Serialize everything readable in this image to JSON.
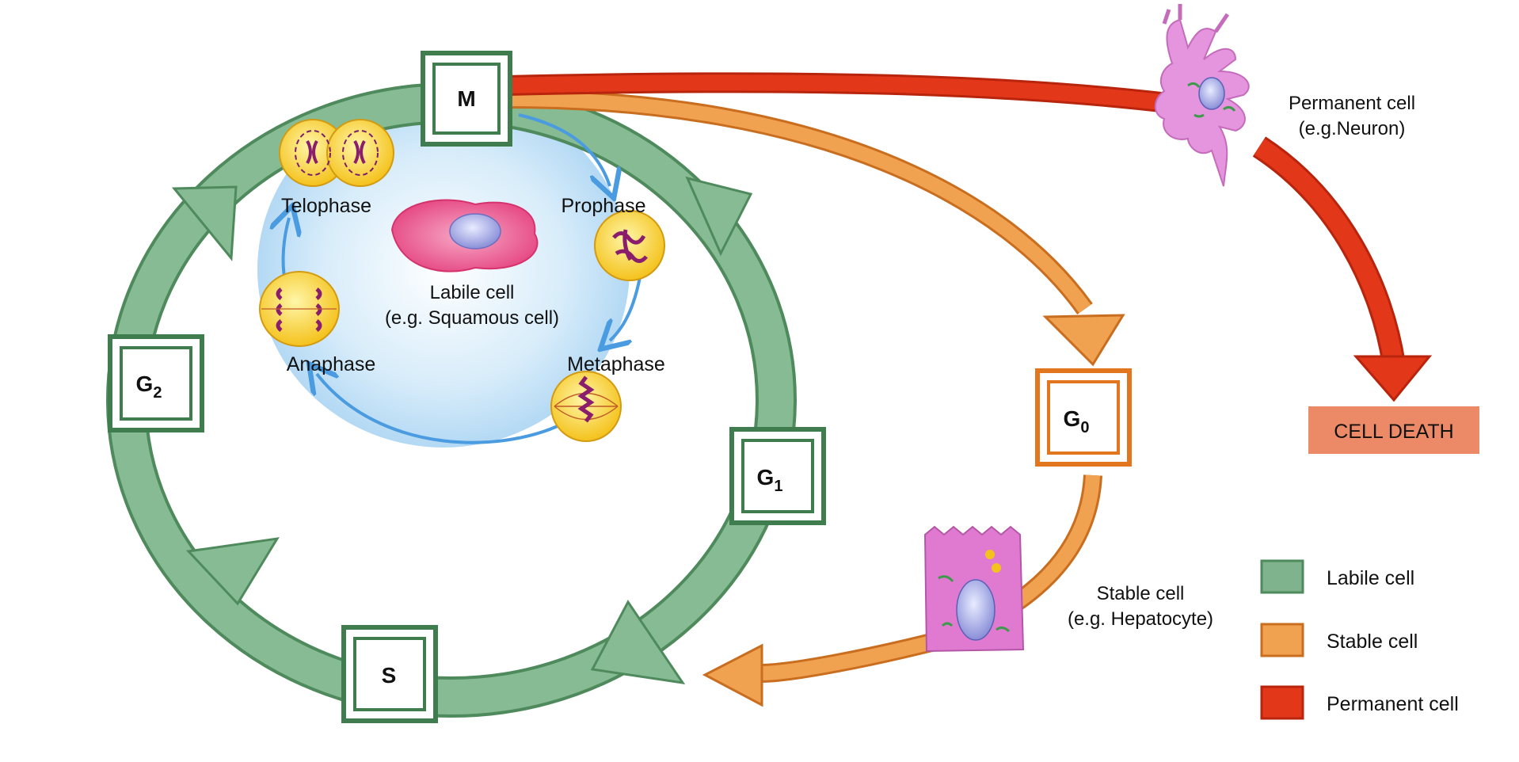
{
  "cycle_boxes": {
    "m": {
      "main": "M",
      "sub": ""
    },
    "g1": {
      "main": "G",
      "sub": "1"
    },
    "s": {
      "main": "S",
      "sub": ""
    },
    "g2": {
      "main": "G",
      "sub": "2"
    },
    "g0": {
      "main": "G",
      "sub": "0"
    }
  },
  "mitosis_phases": {
    "prophase": "Prophase",
    "metaphase": "Metaphase",
    "anaphase": "Anaphase",
    "telophase": "Telophase"
  },
  "cells": {
    "labile": {
      "line1": "Labile cell",
      "line2": "(e.g. Squamous cell)"
    },
    "stable": {
      "line1": "Stable cell",
      "line2": "(e.g. Hepatocyte)"
    },
    "permanent": {
      "line1": "Permanent cell",
      "line2": "(e.g.Neuron)"
    }
  },
  "cell_death": "CELL DEATH",
  "legend": [
    {
      "label": "Labile cell",
      "color": "#7fb38d"
    },
    {
      "label": "Stable cell",
      "color": "#f0a250"
    },
    {
      "label": "Permanent cell",
      "color": "#e3371a"
    }
  ],
  "colors": {
    "labile_ring": "#7fb38d",
    "box_border": "#3f7d4f",
    "stable": "#f0a250",
    "permanent": "#e3371a",
    "mitosis_arrow": "#4a9be0",
    "cell_death_box": "#ec8a67"
  }
}
